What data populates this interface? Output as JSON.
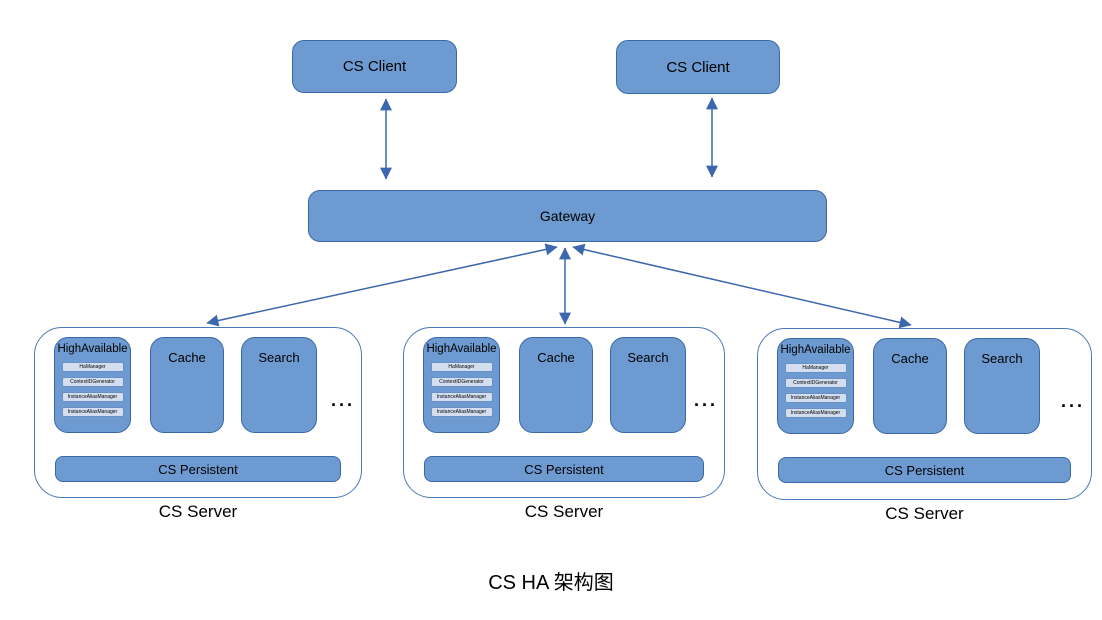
{
  "title": "CS HA 架构图",
  "colors": {
    "node_fill": "#6d9bd1",
    "node_border": "#3a67a5",
    "module_fill": "#d3dff0",
    "module_border": "#6a8fc3",
    "arrow": "#3a67ad",
    "server_border": "#4a7ab8"
  },
  "clients": [
    {
      "label": "CS Client"
    },
    {
      "label": "CS Client"
    }
  ],
  "gateway": {
    "label": "Gateway"
  },
  "servers": [
    {
      "label": "CS Server",
      "high_available": {
        "title": "HighAvailable",
        "modules": [
          "HaManager",
          "ContextIDGenerator",
          "InstanceAliasManager",
          "InstanceAliasManager"
        ]
      },
      "cache_label": "Cache",
      "search_label": "Search",
      "ellipsis": "...",
      "persistent_label": "CS Persistent"
    },
    {
      "label": "CS Server",
      "high_available": {
        "title": "HighAvailable",
        "modules": [
          "HaManager",
          "ContextIDGenerator",
          "InstanceAliasManager",
          "InstanceAliasManager"
        ]
      },
      "cache_label": "Cache",
      "search_label": "Search",
      "ellipsis": "...",
      "persistent_label": "CS Persistent"
    },
    {
      "label": "CS Server",
      "high_available": {
        "title": "HighAvailable",
        "modules": [
          "HaManager",
          "ContextIDGenerator",
          "InstanceAliasManager",
          "InstanceAliasManager"
        ]
      },
      "cache_label": "Cache",
      "search_label": "Search",
      "ellipsis": "...",
      "persistent_label": "CS Persistent"
    }
  ],
  "connections": [
    {
      "from": "cs-client-1",
      "to": "gateway",
      "bidirectional": true
    },
    {
      "from": "cs-client-2",
      "to": "gateway",
      "bidirectional": true
    },
    {
      "from": "gateway",
      "to": "cs-server-1",
      "bidirectional": true
    },
    {
      "from": "gateway",
      "to": "cs-server-2",
      "bidirectional": true
    },
    {
      "from": "gateway",
      "to": "cs-server-3",
      "bidirectional": true
    }
  ]
}
